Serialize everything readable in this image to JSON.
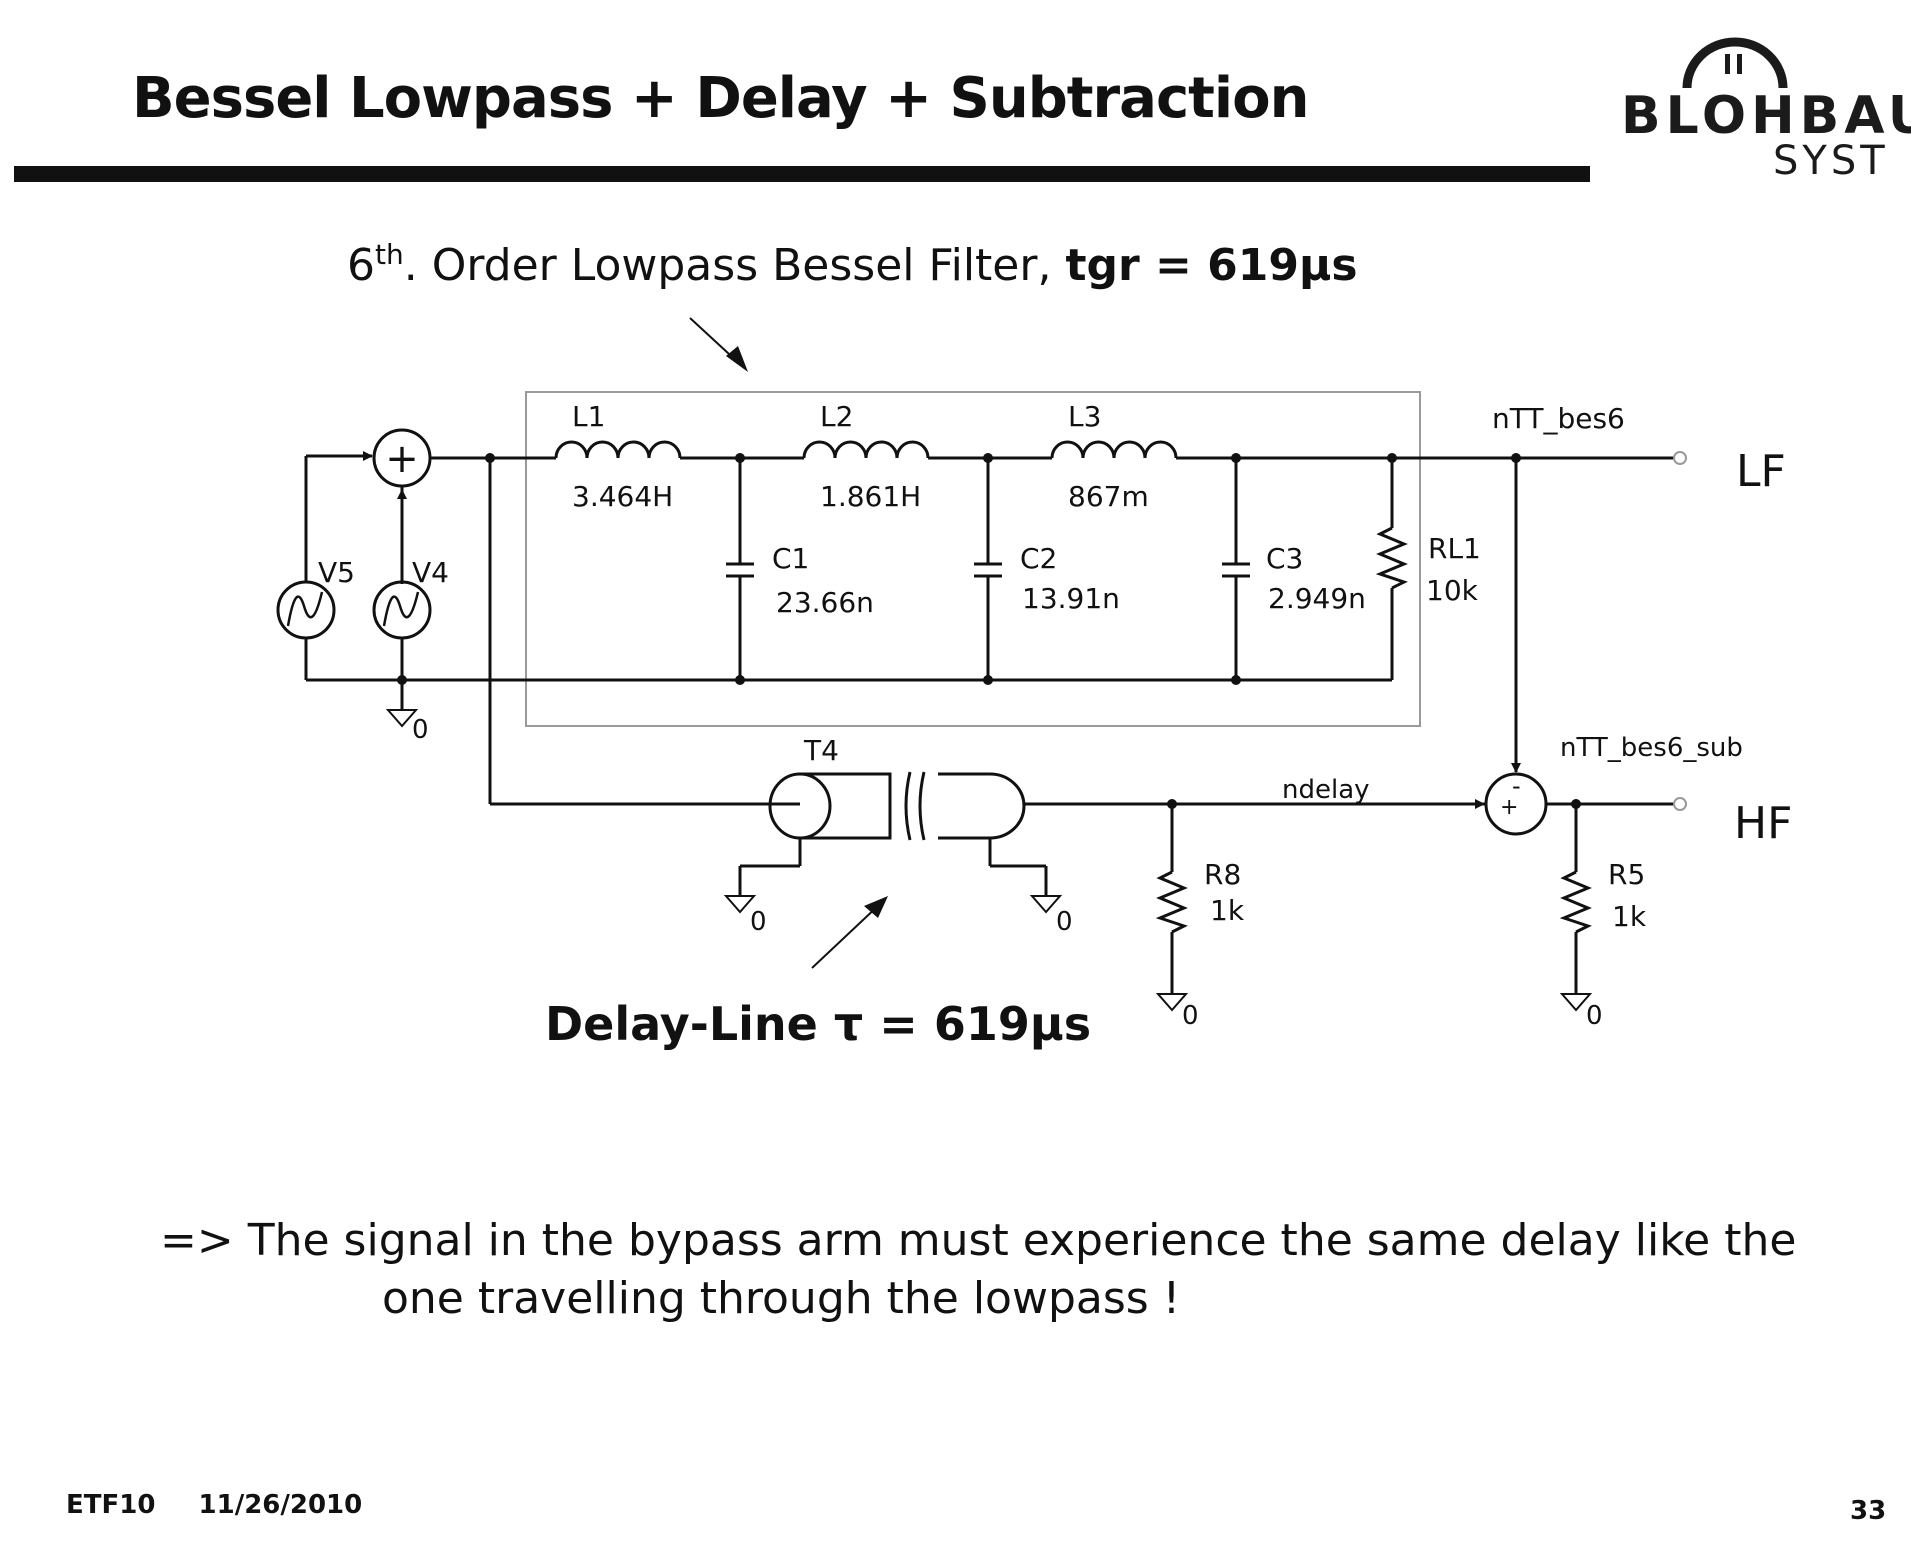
{
  "slide": {
    "title": "Bessel Lowpass + Delay + Subtraction",
    "logo": {
      "main": "BLOHBAU",
      "sub": "SYST"
    },
    "filter_caption": {
      "prefix": "6",
      "superscript": "th",
      "middle": ". Order Lowpass Bessel Filter, ",
      "bold": "tgr = 619µs"
    },
    "delay_caption": "Delay-Line τ = 619µs",
    "conclusion": {
      "line1": "=> The signal in the bypass arm must experience the same delay like the",
      "line2": "one travelling through the lowpass !"
    },
    "footer": {
      "event": "ETF10",
      "date": "11/26/2010",
      "page": "33"
    }
  },
  "circuit": {
    "inductors": [
      {
        "ref": "L1",
        "value": "3.464H"
      },
      {
        "ref": "L2",
        "value": "1.861H"
      },
      {
        "ref": "L3",
        "value": "867m"
      }
    ],
    "capacitors": [
      {
        "ref": "C1",
        "value": "23.66n"
      },
      {
        "ref": "C2",
        "value": "13.91n"
      },
      {
        "ref": "C3",
        "value": "2.949n"
      }
    ],
    "resistors": [
      {
        "ref": "RL1",
        "value": "10k"
      },
      {
        "ref": "R8",
        "value": "1k"
      },
      {
        "ref": "R5",
        "value": "1k"
      }
    ],
    "sources": [
      "V5",
      "V4"
    ],
    "transmission_line": "T4",
    "nets": {
      "lowpass_out": "nTT_bes6",
      "sub_out": "nTT_bes6_sub",
      "delay": "ndelay"
    },
    "ground_label": "0",
    "adder_symbol": "+",
    "subtractor_signs": {
      "plus": "+",
      "minus": "-"
    },
    "outputs": {
      "low": "LF",
      "high": "HF"
    }
  },
  "colors": {
    "ink": "#111111",
    "box": "#9a9a9a",
    "rule": "#111111",
    "faint": "#555555"
  }
}
